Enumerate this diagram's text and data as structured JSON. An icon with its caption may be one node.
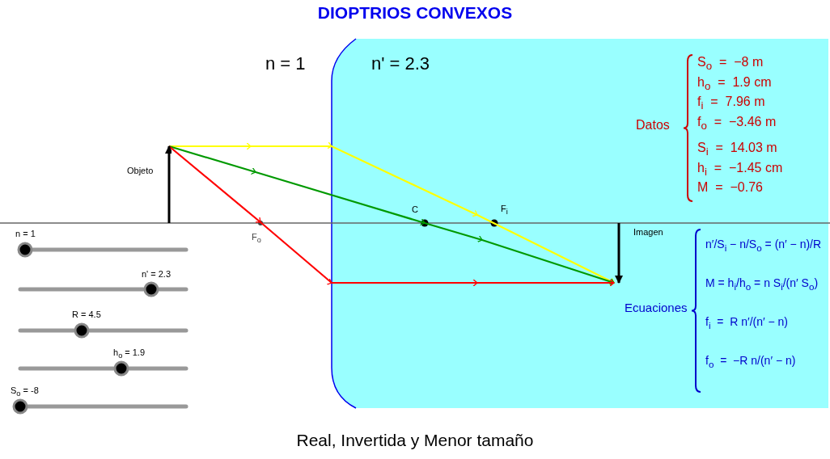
{
  "diagram": {
    "title": "DIOPTRIOS CONVEXOS",
    "caption": "Real, Invertida y Menor tamaño",
    "nodes": [
      {
        "text": [
          "Objeto"
        ]
      },
      {
        "text": [
          "Imagen"
        ]
      },
      {
        "text": [
          "Datos",
          "S$_{o}$  =  −8 m",
          "h$_{o}$  =  1.9 cm",
          "f$_{i}$  =  7.96 m",
          "f$_{o}$  =  −3.46 m",
          "S$_{i}$  =  14.03 m",
          "h$_{i}$  =  −1.45 cm",
          "M  =  −0.76"
        ]
      },
      {
        "text": [
          "Ecuaciones",
          "n′/S$_{i}$ − n/S$_{o}$ = (n′ − n)/R",
          "M = h$_{i}$/h$_{o}$ = n S$_{i}$/(n′ S$_{o}$)",
          "f$_{i}$  =  R n′/(n′ − n)",
          "f$_{o}$  =  −R n/(n′ − n)"
        ]
      }
    ],
    "edges": [
      {
        "from": 0,
        "to": 1,
        "arrow": "to",
        "color": "#ffff00"
      },
      {
        "from": 0,
        "to": 1,
        "arrow": "to",
        "color": "#009900"
      },
      {
        "from": 0,
        "to": 1,
        "arrow": "to",
        "color": "#ff0000"
      }
    ],
    "labels": [
      "n = 1",
      "n' = 2.3",
      "F$_{o}$",
      "C",
      "F$_{i}$",
      "n = 1",
      "n' = 2.3",
      "R = 4.5",
      "h$_{o}$ = 1.9",
      "S$_{o}$ = -8"
    ]
  }
}
